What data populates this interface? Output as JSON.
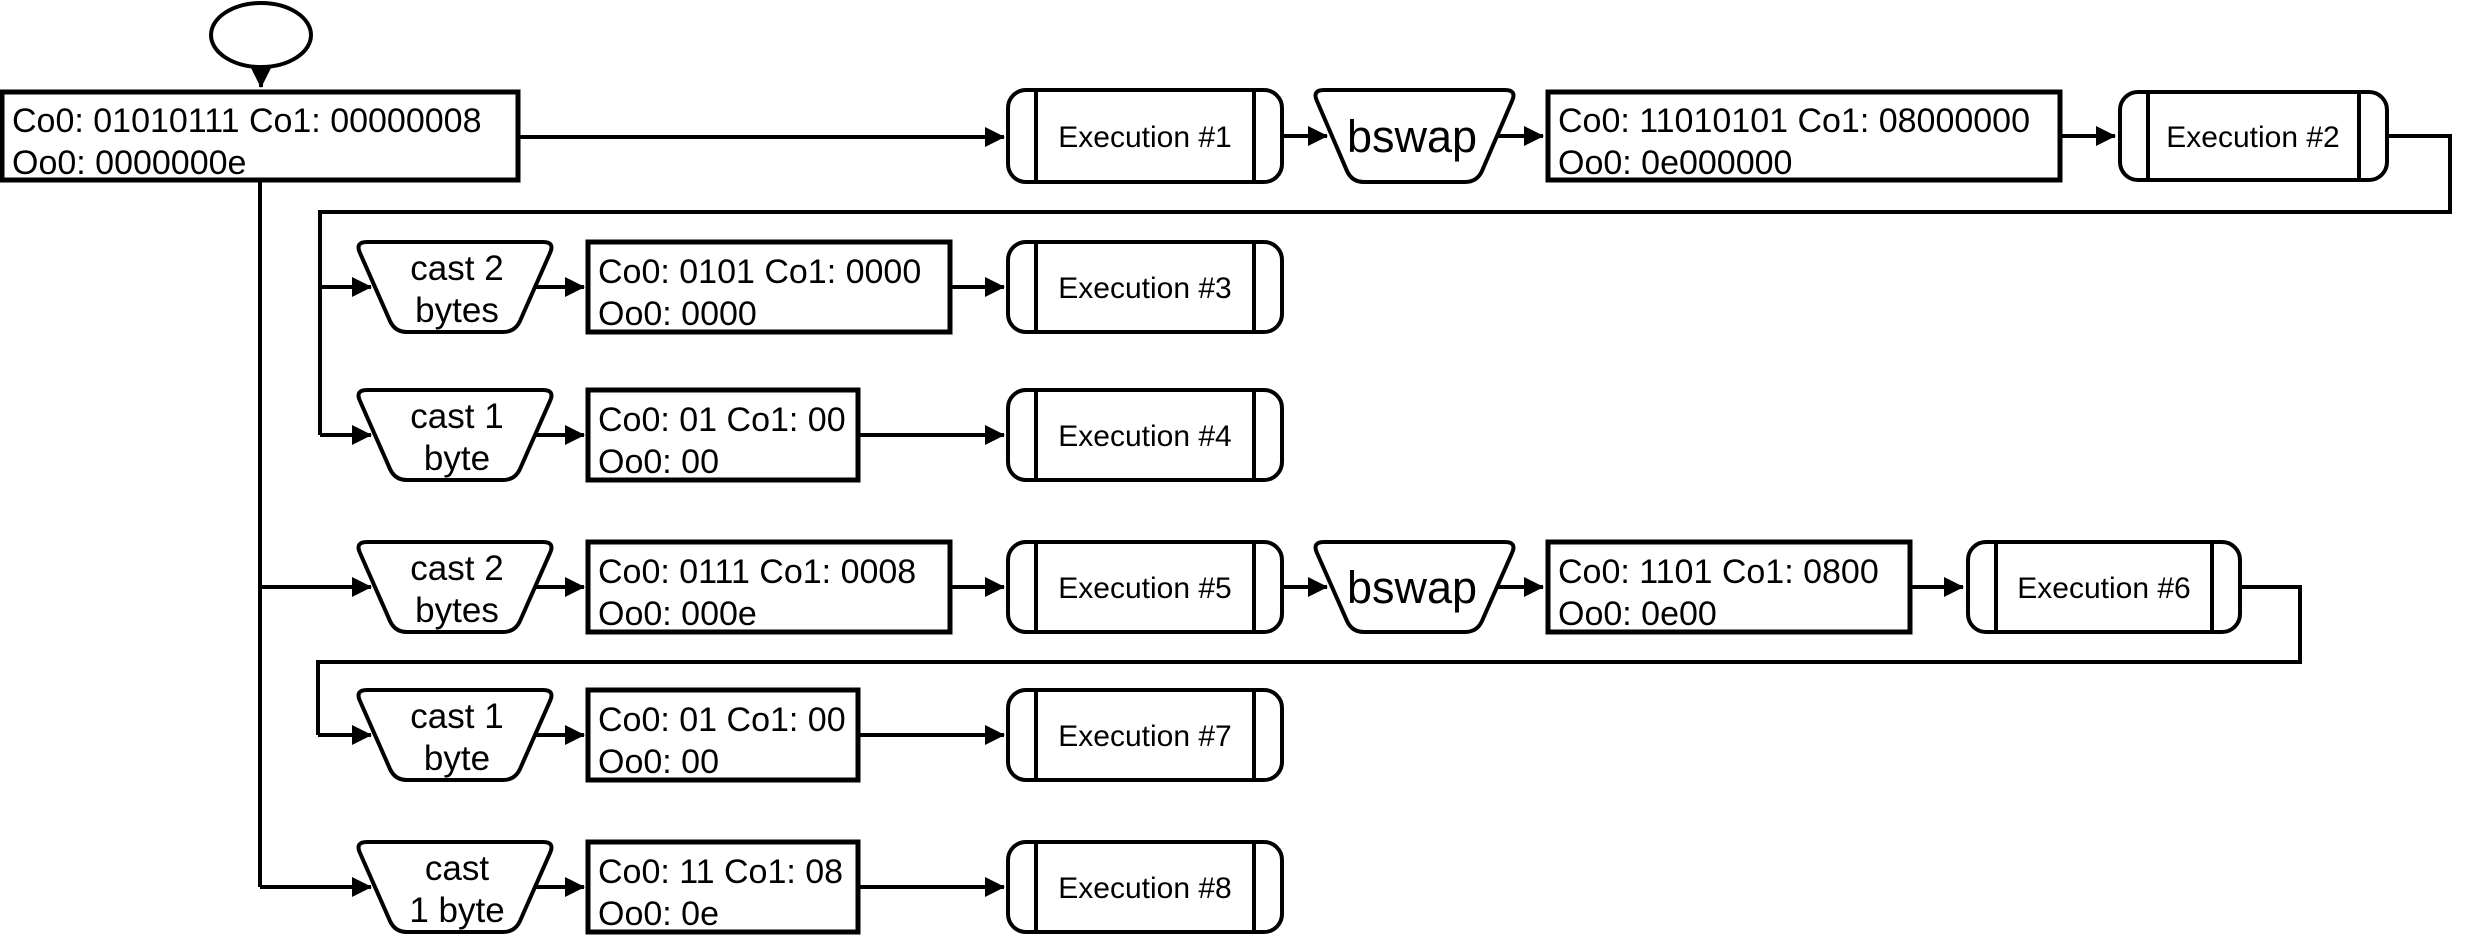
{
  "colors": {
    "stroke": "#000000",
    "shape_fill": "#ffffff",
    "background": "#ffffff"
  },
  "nodes": {
    "input": {
      "line1": "Co0: 01010111 Co1: 00000008",
      "line2": "Oo0: 0000000e"
    },
    "exec1": {
      "label": "Execution #1"
    },
    "bswap1": {
      "label": "bswap"
    },
    "data1": {
      "line1": "Co0: 11010101 Co1: 08000000",
      "line2": "Oo0: 0e000000"
    },
    "exec2": {
      "label": "Execution #2"
    },
    "cast2a": {
      "line1": "cast 2",
      "line2": "bytes"
    },
    "data2": {
      "line1": "Co0: 0101 Co1: 0000",
      "line2": "Oo0: 0000"
    },
    "exec3": {
      "label": "Execution #3"
    },
    "cast1a": {
      "line1": "cast 1",
      "line2": "byte"
    },
    "data3": {
      "line1": "Co0: 01 Co1: 00",
      "line2": "Oo0: 00"
    },
    "exec4": {
      "label": "Execution #4"
    },
    "cast2b": {
      "line1": "cast 2",
      "line2": "bytes"
    },
    "data4": {
      "line1": "Co0: 0111 Co1: 0008",
      "line2": "Oo0: 000e"
    },
    "exec5": {
      "label": "Execution #5"
    },
    "bswap2": {
      "label": "bswap"
    },
    "data5": {
      "line1": "Co0: 1101 Co1: 0800",
      "line2": "Oo0: 0e00"
    },
    "exec6": {
      "label": "Execution #6"
    },
    "cast1b": {
      "line1": "cast 1",
      "line2": "byte"
    },
    "data6": {
      "line1": "Co0: 01 Co1: 00",
      "line2": "Oo0: 00"
    },
    "exec7": {
      "label": "Execution #7"
    },
    "cast1c": {
      "line1": "cast",
      "line2": "1 byte"
    },
    "data7": {
      "line1": "Co0: 11 Co1: 08",
      "line2": "Oo0: 0e"
    },
    "exec8": {
      "label": "Execution #8"
    }
  }
}
